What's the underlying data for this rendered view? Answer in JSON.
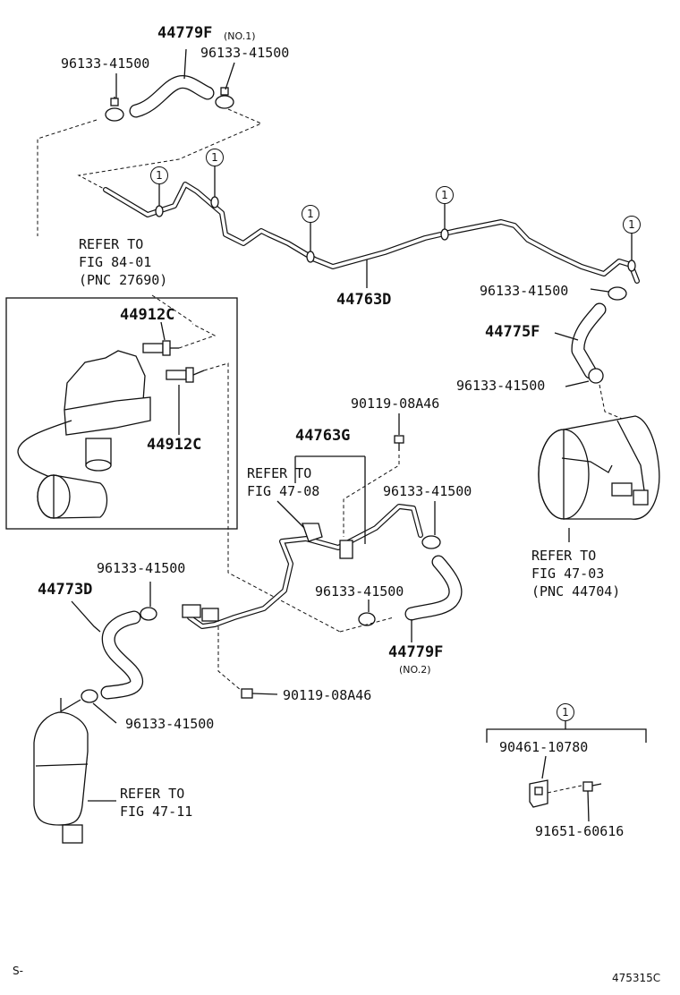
{
  "labels": {
    "p44779f_top": "44779F",
    "no1": "(NO.1)",
    "c96133_a": "96133-41500",
    "c96133_b": "96133-41500",
    "refer_84_a": "REFER TO",
    "refer_84_b": "FIG 84-01",
    "refer_84_c": "(PNC 27690)",
    "p44763d": "44763D",
    "c96133_c": "96133-41500",
    "p44775f": "44775F",
    "c96133_d": "96133-41500",
    "p44912c_a": "44912C",
    "p44912c_b": "44912C",
    "b90119_a": "90119-08A46",
    "p44763g": "44763G",
    "refer_4708_a": "REFER TO",
    "refer_4708_b": "FIG 47-08",
    "c96133_e": "96133-41500",
    "refer_4703_a": "REFER TO",
    "refer_4703_b": "FIG 47-03",
    "refer_4703_c": "(PNC 44704)",
    "c96133_f": "96133-41500",
    "p44773d": "44773D",
    "c96133_g": "96133-41500",
    "p44779f_bot": "44779F",
    "no2": "(NO.2)",
    "b90119_b": "90119-08A46",
    "c96133_h": "96133-41500",
    "refer_4711_a": "REFER TO",
    "refer_4711_b": "FIG 47-11",
    "p90461": "90461-10780",
    "p91651": "91651-60616",
    "corner_left": "S-",
    "corner_right": "475315C"
  },
  "callout_mark": "1"
}
